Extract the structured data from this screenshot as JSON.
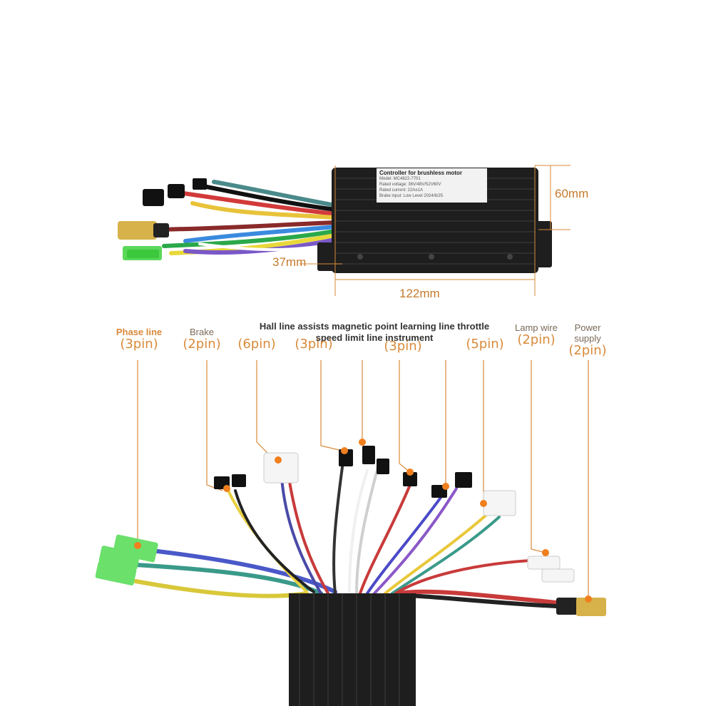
{
  "label": {
    "title": "Controller for brushless motor",
    "lines": [
      "Model: MC4822-7701",
      "Rated voltage: 36V/48V/52V60V",
      "Rated current: 22A±1A",
      "Brake input: Low Level   2024/6/25"
    ]
  },
  "dimensions": {
    "height": "60mm",
    "width": "37mm",
    "length": "122mm"
  },
  "connectors": {
    "phase": {
      "title": "Phase line",
      "pins": "(3pin)"
    },
    "brake": {
      "title": "Brake",
      "pins": "(2pin)"
    },
    "hall": {
      "pins": "(6pin)"
    },
    "magnetic": {
      "pins": "(3pin)"
    },
    "throttle": {
      "pins": "(3pin)"
    },
    "instrument": {
      "pins": "(5pin)"
    },
    "lamp": {
      "title": "Lamp wire",
      "pins": "(2pin)"
    },
    "power": {
      "title": "Power supply",
      "pins": "(2pin)"
    },
    "middle_title_line1": "Hall line assists magnetic point learning line throttle",
    "middle_title_line2": "speed limit line instrument"
  },
  "colors": {
    "accent": "#f07f1e",
    "leader": "#d98a3a",
    "box": "#1e1e1e"
  }
}
